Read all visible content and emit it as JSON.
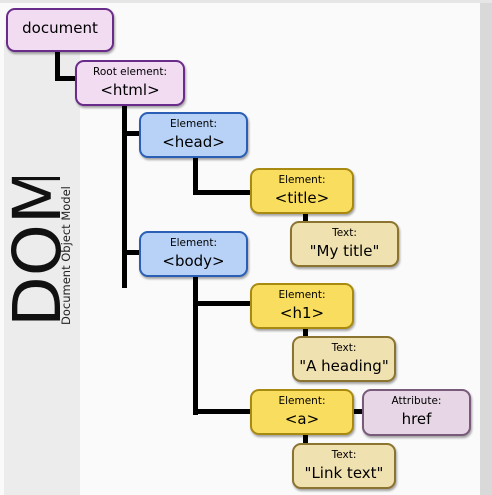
{
  "sidebar": {
    "title": "DOM",
    "subtitle": "Document Object Model"
  },
  "nodes": {
    "document": {
      "tag": "document"
    },
    "html": {
      "caption": "Root element:",
      "tag": "<html>"
    },
    "head": {
      "caption": "Element:",
      "tag": "<head>"
    },
    "title": {
      "caption": "Element:",
      "tag": "<title>"
    },
    "title_text": {
      "caption": "Text:",
      "tag": "\"My title\""
    },
    "body": {
      "caption": "Element:",
      "tag": "<body>"
    },
    "h1": {
      "caption": "Element:",
      "tag": "<h1>"
    },
    "h1_text": {
      "caption": "Text:",
      "tag": "\"A heading\""
    },
    "a": {
      "caption": "Element:",
      "tag": "<a>"
    },
    "href": {
      "caption": "Attribute:",
      "tag": "href"
    },
    "a_text": {
      "caption": "Text:",
      "tag": "\"Link text\""
    }
  },
  "colors": {
    "document": "#f2dcf2",
    "root": "#f2dcf2",
    "element_blue": "#b7d1f7",
    "element_yellow": "#f9dd5e",
    "text": "#f0e1b0",
    "attribute": "#e6d6e6",
    "connector": "#000000"
  }
}
